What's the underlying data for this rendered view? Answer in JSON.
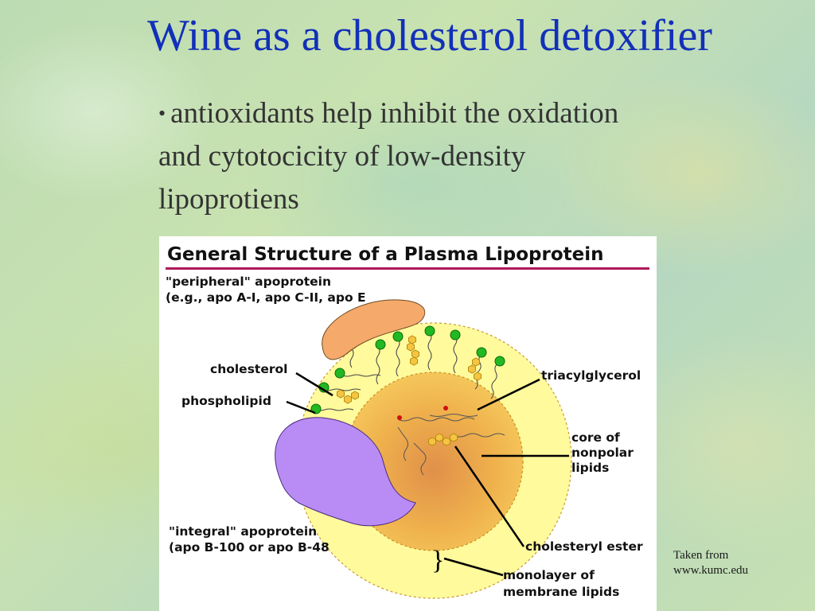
{
  "slide": {
    "title": "Wine as a cholesterol detoxifier",
    "bullet": "antioxidants help inhibit the oxidation and cytotocicity of low-density lipoprotiens",
    "credit_line1": "Taken from",
    "credit_line2": "www.kumc.edu"
  },
  "figure": {
    "heading": "General Structure of a Plasma Lipoprotein",
    "labels": {
      "peripheral_line1": "\"peripheral\" apoprotein",
      "peripheral_line2": "(e.g., apo A-I, apo C-II, apo E",
      "cholesterol": "cholesterol",
      "phospholipid": "phospholipid",
      "triacylglycerol": "triacylglycerol",
      "core_line1": "core of",
      "core_line2": "nonpolar",
      "core_line3": "lipids",
      "integral_line1": "\"integral\" apoprotein",
      "integral_line2": "(apo B-100 or apo B-48",
      "cholesteryl_ester": "cholesteryl ester",
      "monolayer_line1": "monolayer of",
      "monolayer_line2": "membrane lipids"
    },
    "colors": {
      "heading_rule": "#b0185a",
      "peripheral_protein": "#f5a96a",
      "integral_protein": "#b98cf5",
      "shell": "#fffa9c",
      "core": "#f0b84a",
      "head_group": "#22b822",
      "cholesterol_ring": "#f5c542"
    }
  }
}
